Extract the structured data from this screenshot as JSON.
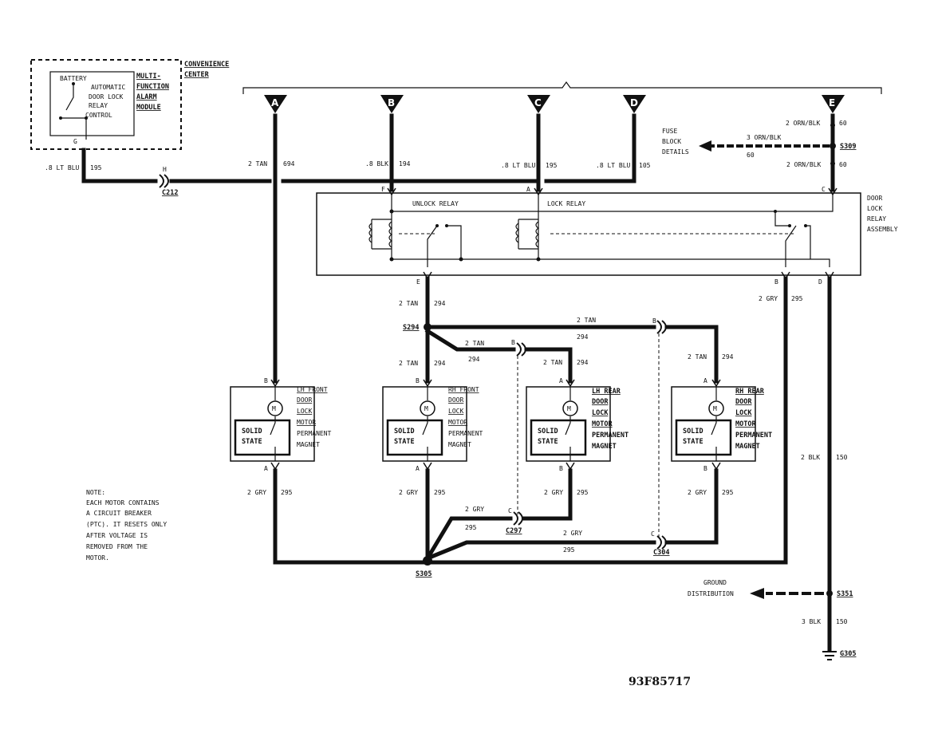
{
  "module": {
    "battery": "BATTERY",
    "automatic": "AUTOMATIC",
    "door_lock": "DOOR LOCK",
    "relay": "RELAY",
    "control": "CONTROL",
    "name_lines": [
      "MULTI-",
      "FUNCTION",
      "ALARM",
      "MODULE"
    ],
    "center_lines": [
      "CONVENIENCE",
      "CENTER"
    ],
    "pin": "G"
  },
  "flags": [
    "A",
    "B",
    "C",
    "D",
    "E"
  ],
  "wires": {
    "w195_left": ".8 LT BLU",
    "c195_left": "195",
    "c212_pin": "H",
    "c212": "C212",
    "tan694": "2 TAN",
    "c694": "694",
    "blk194": ".8 BLK",
    "c194": "194",
    "blu195": ".8 LT BLU",
    "c195": "195",
    "blu105": ".8 LT BLU",
    "c105": "105",
    "orn_top": "2 ORN/BLK",
    "c60_top": "60",
    "fuse_lines": [
      "FUSE",
      "BLOCK",
      "DETAILS"
    ],
    "orn_fuse": "3 ORN/BLK",
    "c60_fuse": "60",
    "s309": "S309",
    "orn_bottom": "2 ORN/BLK",
    "c60_bottom": "60"
  },
  "relay": {
    "pin_f": "F",
    "pin_a": "A",
    "pin_c": "C",
    "unlock": "UNLOCK RELAY",
    "lock": "LOCK RELAY",
    "assembly_lines": [
      "DOOR",
      "LOCK",
      "RELAY",
      "ASSEMBLY"
    ],
    "pin_e": "E",
    "pin_b": "B",
    "pin_d": "D"
  },
  "harness": {
    "tan294_a": "2 TAN",
    "c294_a": "294",
    "s294": "S294",
    "tan294_top": "2 TAN",
    "c294_top": "294",
    "b_right": "B",
    "tan294_mid": "2 TAN",
    "c294_mid": "294",
    "b_mid": "B",
    "gry295_right": "2 GRY",
    "c295_right": "295",
    "tan_rh": "2 TAN",
    "c294_rh": "294",
    "tan_lhr": "2 TAN",
    "c294_lhr": "294",
    "tan_rhr": "2 TAN",
    "c294_rhr": "294"
  },
  "motors": [
    {
      "top_pin": "B",
      "bottom_pin": "A",
      "name_lines": [
        "LH FRONT",
        "DOOR",
        "LOCK",
        "MOTOR",
        "PERMANENT",
        "MAGNET"
      ],
      "solid": [
        "SOLID",
        "STATE"
      ],
      "wire": "2 GRY",
      "circuit": "295"
    },
    {
      "top_pin": "B",
      "bottom_pin": "A",
      "name_lines": [
        "RH FRONT",
        "DOOR",
        "LOCK",
        "MOTOR",
        "PERMANENT",
        "MAGNET"
      ],
      "solid": [
        "SOLID",
        "STATE"
      ],
      "wire": "2 GRY",
      "circuit": "295"
    },
    {
      "top_pin": "A",
      "bottom_pin": "B",
      "name_lines": [
        "LH REAR",
        "DOOR",
        "LOCK",
        "MOTOR",
        "PERMANENT",
        "MAGNET"
      ],
      "solid": [
        "SOLID",
        "STATE"
      ],
      "wire": "2 GRY",
      "circuit": "295"
    },
    {
      "top_pin": "A",
      "bottom_pin": "B",
      "name_lines": [
        "RH REAR",
        "DOOR",
        "LOCK",
        "MOTOR",
        "PERMANENT",
        "MAGNET"
      ],
      "solid": [
        "SOLID",
        "STATE"
      ],
      "wire": "2 GRY",
      "circuit": "295"
    }
  ],
  "ground": {
    "gry_c297": "2 GRY",
    "c295_c297": "295",
    "c_c297": "C",
    "c297": "C297",
    "gry_c304": "2 GRY",
    "c295_c304": "295",
    "c_c304": "C",
    "c304": "C304",
    "s305": "S305",
    "blk150": "2 BLK",
    "c150": "150",
    "distribution_lines": [
      "GROUND",
      "DISTRIBUTION"
    ],
    "s351": "S351",
    "blk150_b": "3 BLK",
    "c150_b": "150",
    "g305": "G305"
  },
  "note_lines": [
    "NOTE:",
    "EACH MOTOR CONTAINS",
    "A CIRCUIT BREAKER",
    "(PTC). IT RESETS ONLY",
    "AFTER VOLTAGE IS",
    "REMOVED FROM THE",
    "MOTOR."
  ],
  "figure_id": "93F85717"
}
